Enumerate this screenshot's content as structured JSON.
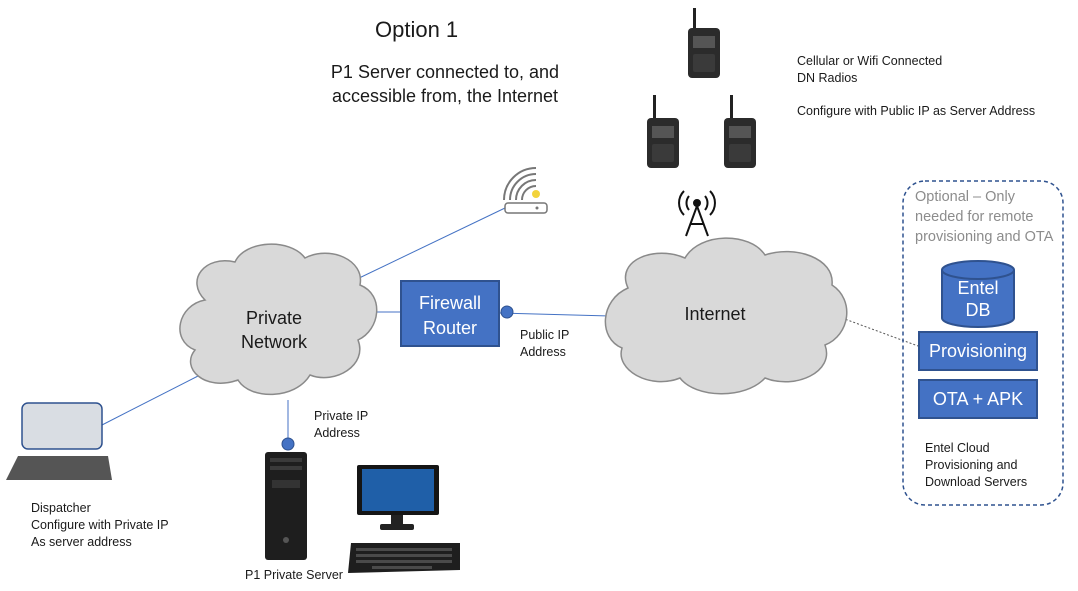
{
  "title": "Option 1",
  "subtitle_line1": "P1 Server connected to, and",
  "subtitle_line2": "accessible from, the Internet",
  "radios": {
    "label_line1": "Cellular or Wifi Connected",
    "label_line2": "DN Radios",
    "config": "Configure with Public IP as Server Address"
  },
  "private_network": {
    "line1": "Private",
    "line2": "Network"
  },
  "firewall": {
    "line1": "Firewall",
    "line2": "Router"
  },
  "public_ip": {
    "line1": "Public IP",
    "line2": "Address"
  },
  "internet": "Internet",
  "private_ip": {
    "line1": "Private IP",
    "line2": "Address"
  },
  "server_label": "P1 Private Server",
  "dispatcher": {
    "line1": "Dispatcher",
    "line2": "Configure with Private IP",
    "line3": "As server address"
  },
  "optional": {
    "line1": "Optional – Only",
    "line2": "needed for remote",
    "line3": "provisioning and OTA"
  },
  "db": {
    "line1": "Entel",
    "line2": "DB"
  },
  "provisioning": "Provisioning",
  "ota": "OTA + APK",
  "cloud_label": {
    "line1": "Entel Cloud",
    "line2": "Provisioning and",
    "line3": "Download Servers"
  },
  "colors": {
    "accent_blue": "#4472c4",
    "cloud_fill": "#d9d9d9",
    "line_blue": "#4472c4",
    "dashed_border": "#2f528f"
  },
  "icons": [
    "walkie-talkie-icon",
    "wifi-router-icon",
    "cell-tower-icon",
    "laptop-icon",
    "server-tower-icon",
    "monitor-icon",
    "keyboard-icon",
    "database-icon"
  ]
}
